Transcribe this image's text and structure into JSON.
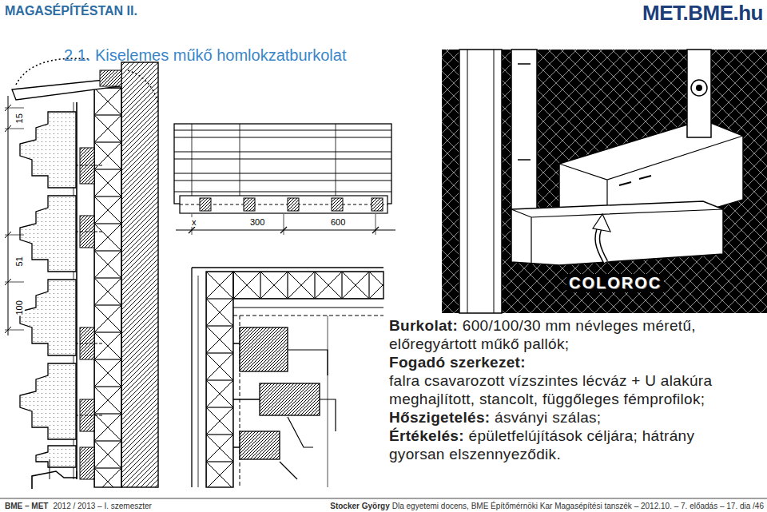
{
  "diagram": {
    "title": "2.1. Kiselemes műkő homlokzatburkolat",
    "labels": [
      "MAGASÉPÍTÉSTAN II.",
      "MET.BME.hu",
      "15",
      "51",
      "100",
      "x",
      "300",
      "600",
      "COLOROC",
      "Burkolat:",
      "600/100/30 mm névleges méretű, előregyártott műkő pallók;",
      "Fogadó szerkezet:",
      "falra csavarozott vízszintes lécváz + U alakúra meghajlított, stancolt, függőleges fémprofilok;",
      "Hőszigetelés:",
      "ásványi szálas;",
      "Értékelés:",
      "épületfelújítások céljára; hátrány gyorsan elszennyeződik.",
      "BME – MET",
      "2012 / 2013 – I. szemeszter",
      "Stocker György",
      "Dla egyetemi docens, BME Építőmérnöki Kar Magasépítési tanszék – 2012.10. – 7. előadás – 17. dia /46"
    ]
  }
}
